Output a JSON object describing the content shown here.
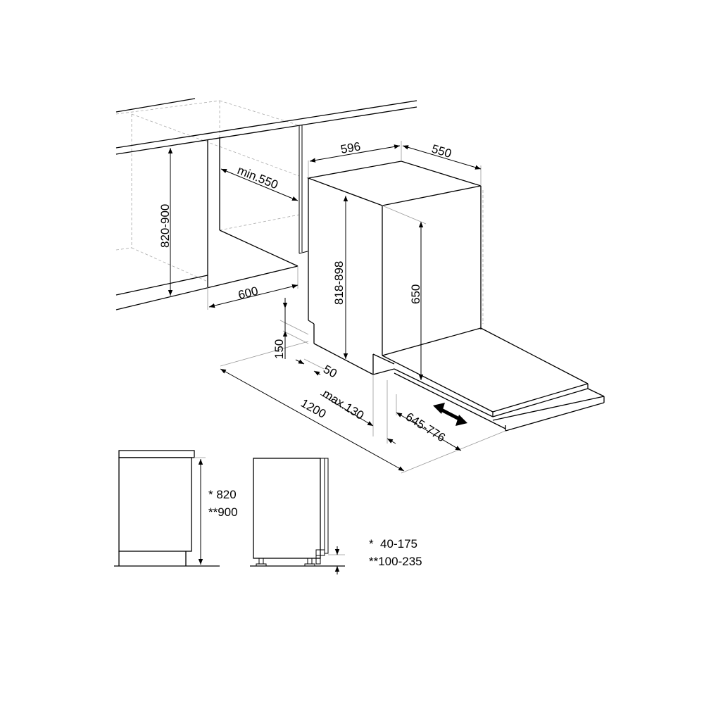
{
  "dimensions": {
    "appliance_width": "596",
    "appliance_depth": "550",
    "niche_depth": "min.550",
    "niche_height": "820-900",
    "niche_width": "600",
    "appliance_height": "818-898",
    "door_height": "650",
    "plinth_height": "150",
    "plinth_depth": "50",
    "door_open_clearance": "1200",
    "door_offset": "max.130",
    "door_travel": "645-776"
  },
  "side_view": {
    "height_line1": "* 820",
    "height_line2": "**900",
    "plinth_line1": "*  40-175",
    "plinth_line2": "**100-235"
  }
}
